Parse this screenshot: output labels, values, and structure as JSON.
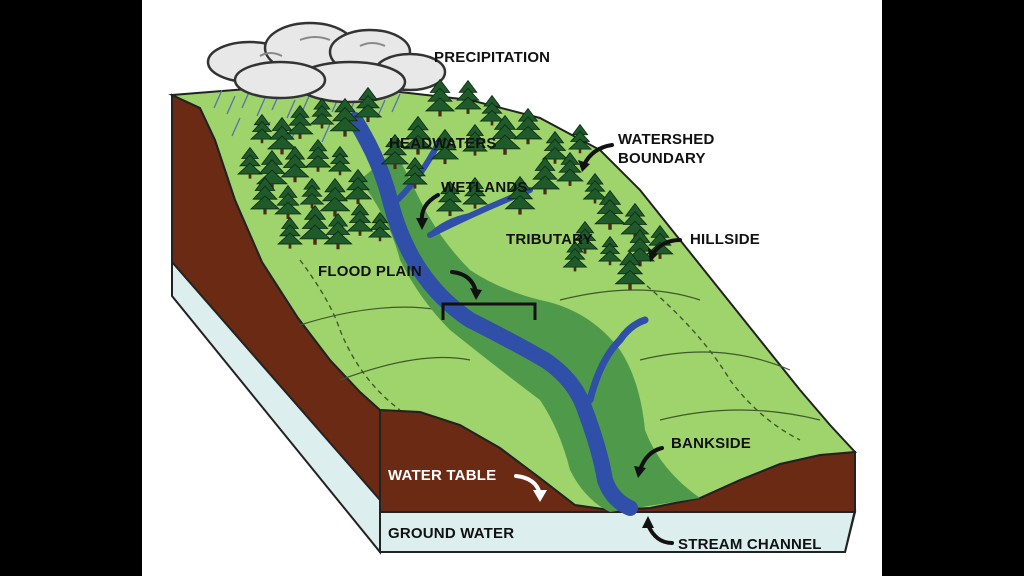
{
  "labels": {
    "precipitation": "PRECIPITATION",
    "headwaters": "HEADWATERS",
    "watershed_line1": "WATERSHED",
    "watershed_line2": "BOUNDARY",
    "wetlands": "WETLANDS",
    "tributary": "TRIBUTARY",
    "hillside": "HILLSIDE",
    "flood_plain": "FLOOD PLAIN",
    "bankside": "BANKSIDE",
    "water_table": "WATER TABLE",
    "ground_water": "GROUND WATER",
    "stream_channel": "STREAM CHANNEL"
  },
  "colors": {
    "land": "#9fd36c",
    "land_dark": "#7fb84e",
    "soil": "#6a2a14",
    "groundwater": "#dcefee",
    "river": "#2f4fa8",
    "floodplain": "#4f9a4a",
    "tree": "#1f5a2a",
    "cloud": "#e8e8e8"
  }
}
